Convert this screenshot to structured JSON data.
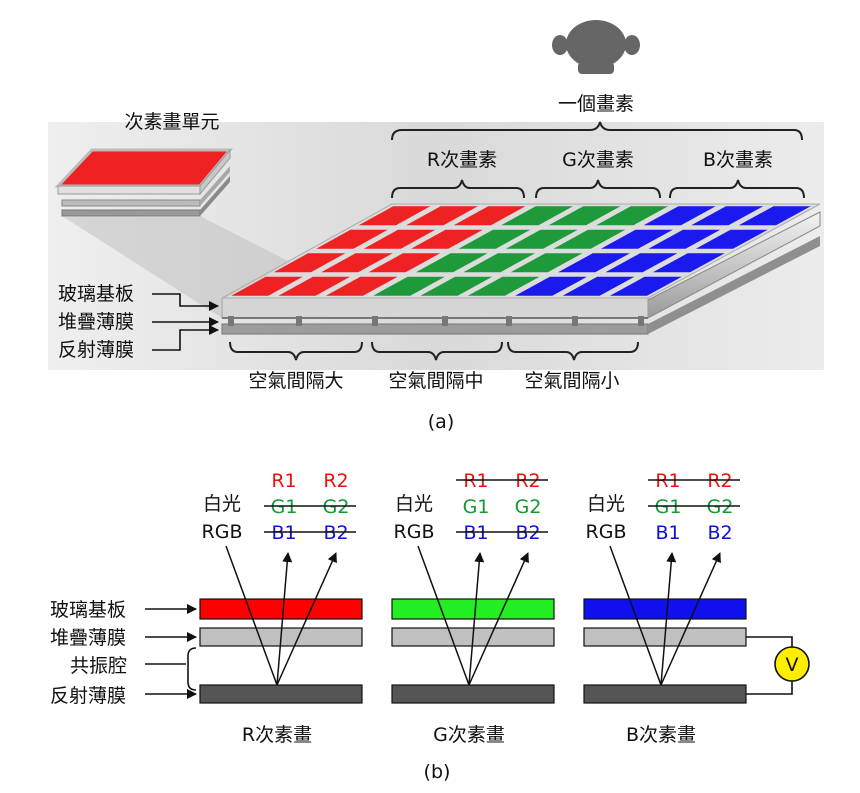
{
  "part_a": {
    "viewer_label": "一個畫素",
    "subpixel_unit_label": "次素畫單元",
    "subpixel_labels": [
      "R次畫素",
      "G次畫素",
      "B次畫素"
    ],
    "layer_labels": [
      "玻璃基板",
      "堆疊薄膜",
      "反射薄膜"
    ],
    "gap_labels": [
      "空氣間隔大",
      "空氣間隔中",
      "空氣間隔小"
    ],
    "caption": "(a)",
    "colors": {
      "red": "#ee2222",
      "green": "#1f9a3a",
      "blue": "#1a1aee"
    }
  },
  "part_b": {
    "layer_labels": [
      "玻璃基板",
      "堆疊薄膜",
      "共振腔",
      "反射薄膜"
    ],
    "voltage_label": "V",
    "caption": "(b)",
    "pixels": [
      {
        "name": "R次素畫",
        "light_label_top": "白光",
        "light_label_bottom": "RGB",
        "outputs": [
          [
            "R1",
            "R2"
          ],
          [
            "G1",
            "G2"
          ],
          [
            "B1",
            "B2"
          ]
        ],
        "reflected_row": "R",
        "glass_color": "#ff0000"
      },
      {
        "name": "G次素畫",
        "light_label_top": "白光",
        "light_label_bottom": "RGB",
        "outputs": [
          [
            "R1",
            "R2"
          ],
          [
            "G1",
            "G2"
          ],
          [
            "B1",
            "B2"
          ]
        ],
        "reflected_row": "G",
        "glass_color": "#22ee22"
      },
      {
        "name": "B次素畫",
        "light_label_top": "白光",
        "light_label_bottom": "RGB",
        "outputs": [
          [
            "R1",
            "R2"
          ],
          [
            "G1",
            "G2"
          ],
          [
            "B1",
            "B2"
          ]
        ],
        "reflected_row": "B",
        "glass_color": "#1010ee"
      }
    ],
    "colors": {
      "text_red": "#ee1111",
      "text_green": "#119933",
      "text_blue": "#1111cc",
      "film": "#c0c0c0",
      "reflector": "#555555",
      "voltage": "#ffee00"
    }
  }
}
